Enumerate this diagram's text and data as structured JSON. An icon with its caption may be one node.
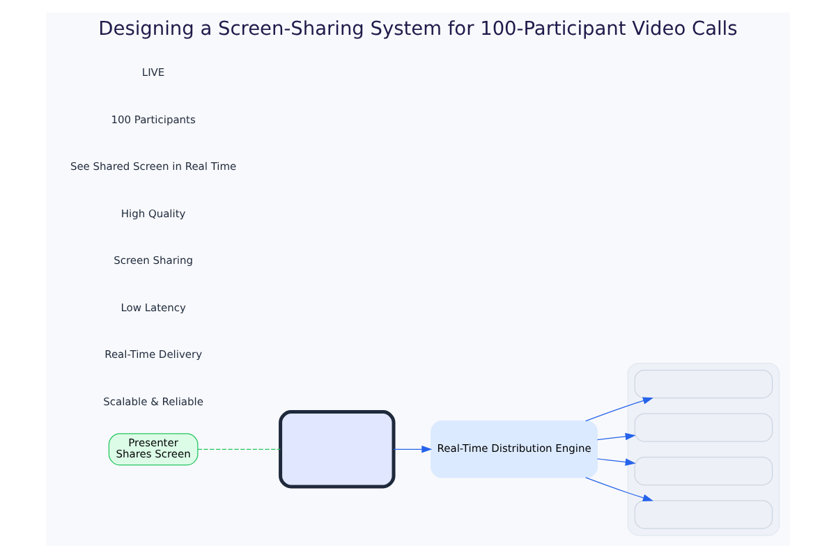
{
  "diagram": {
    "title": "Designing a Screen-Sharing System for 100-Participant Video Calls",
    "nodes": [
      {
        "text": [
          "Presenter",
          "Shares Screen"
        ]
      },
      {
        "text": [],
        "shape": "box"
      },
      {
        "text": [
          "Real-Time Distribution Engine"
        ]
      },
      {
        "text": [],
        "shape": "box"
      },
      {
        "text": [],
        "shape": "box",
        "in": 3
      },
      {
        "text": [],
        "shape": "box",
        "in": 3
      },
      {
        "text": [],
        "shape": "box",
        "in": 3
      },
      {
        "text": [],
        "shape": "box",
        "in": 3
      }
    ],
    "edges": [
      {
        "from": 0,
        "to": 1,
        "arrow": "none",
        "style": "dashed",
        "color": "#22c55e"
      },
      {
        "from": 1,
        "to": 2,
        "arrow": "to"
      },
      {
        "from": 2,
        "to": 4,
        "arrow": "to"
      },
      {
        "from": 2,
        "to": 5,
        "arrow": "to"
      },
      {
        "from": 2,
        "to": 6,
        "arrow": "to"
      },
      {
        "from": 2,
        "to": 7,
        "arrow": "to"
      }
    ],
    "labels": [
      "LIVE",
      "100 Participants",
      "See Shared Screen in Real Time",
      "High Quality",
      "Screen Sharing",
      "Low Latency",
      "Real-Time Delivery",
      "Scalable & Reliable"
    ]
  }
}
